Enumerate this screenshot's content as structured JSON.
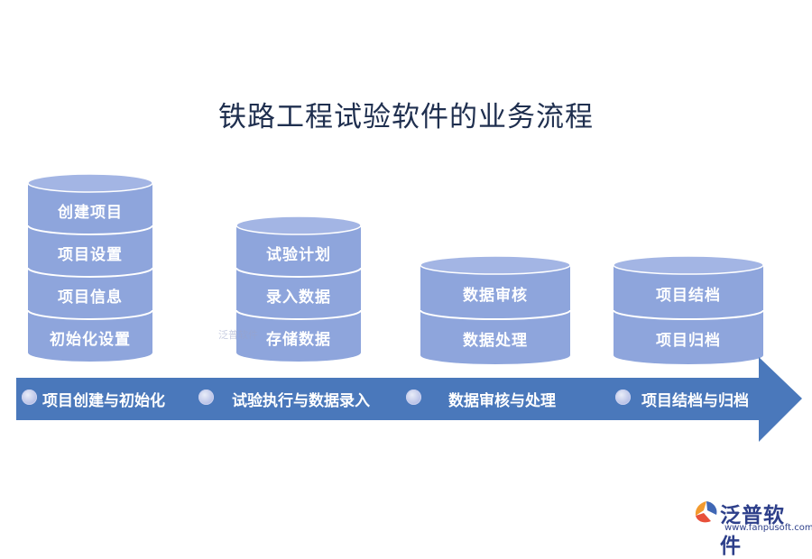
{
  "title": "铁路工程试验软件的业务流程",
  "colors": {
    "cylinder_side": "#8ea5dc",
    "cylinder_top": "#a3b5e4",
    "cylinder_edge": "#ffffff",
    "arrow": "#4a78bb",
    "title": "#1f2f4f"
  },
  "stacks": [
    {
      "segments": [
        "创建项目",
        "项目设置",
        "项目信息",
        "初始化设置"
      ]
    },
    {
      "segments": [
        "试验计划",
        "录入数据",
        "存储数据"
      ]
    },
    {
      "segments": [
        "数据审核",
        "数据处理"
      ]
    },
    {
      "segments": [
        "项目结档",
        "项目归档"
      ]
    }
  ],
  "stages": [
    "项目创建与初始化",
    "试验执行与数据录入",
    "数据审核与处理",
    "项目结档与归档"
  ],
  "watermark": "泛普软件",
  "logo": {
    "name": "泛普软件",
    "url": "www.fanpusoft.com",
    "icon": "fanpu-logo-icon"
  }
}
